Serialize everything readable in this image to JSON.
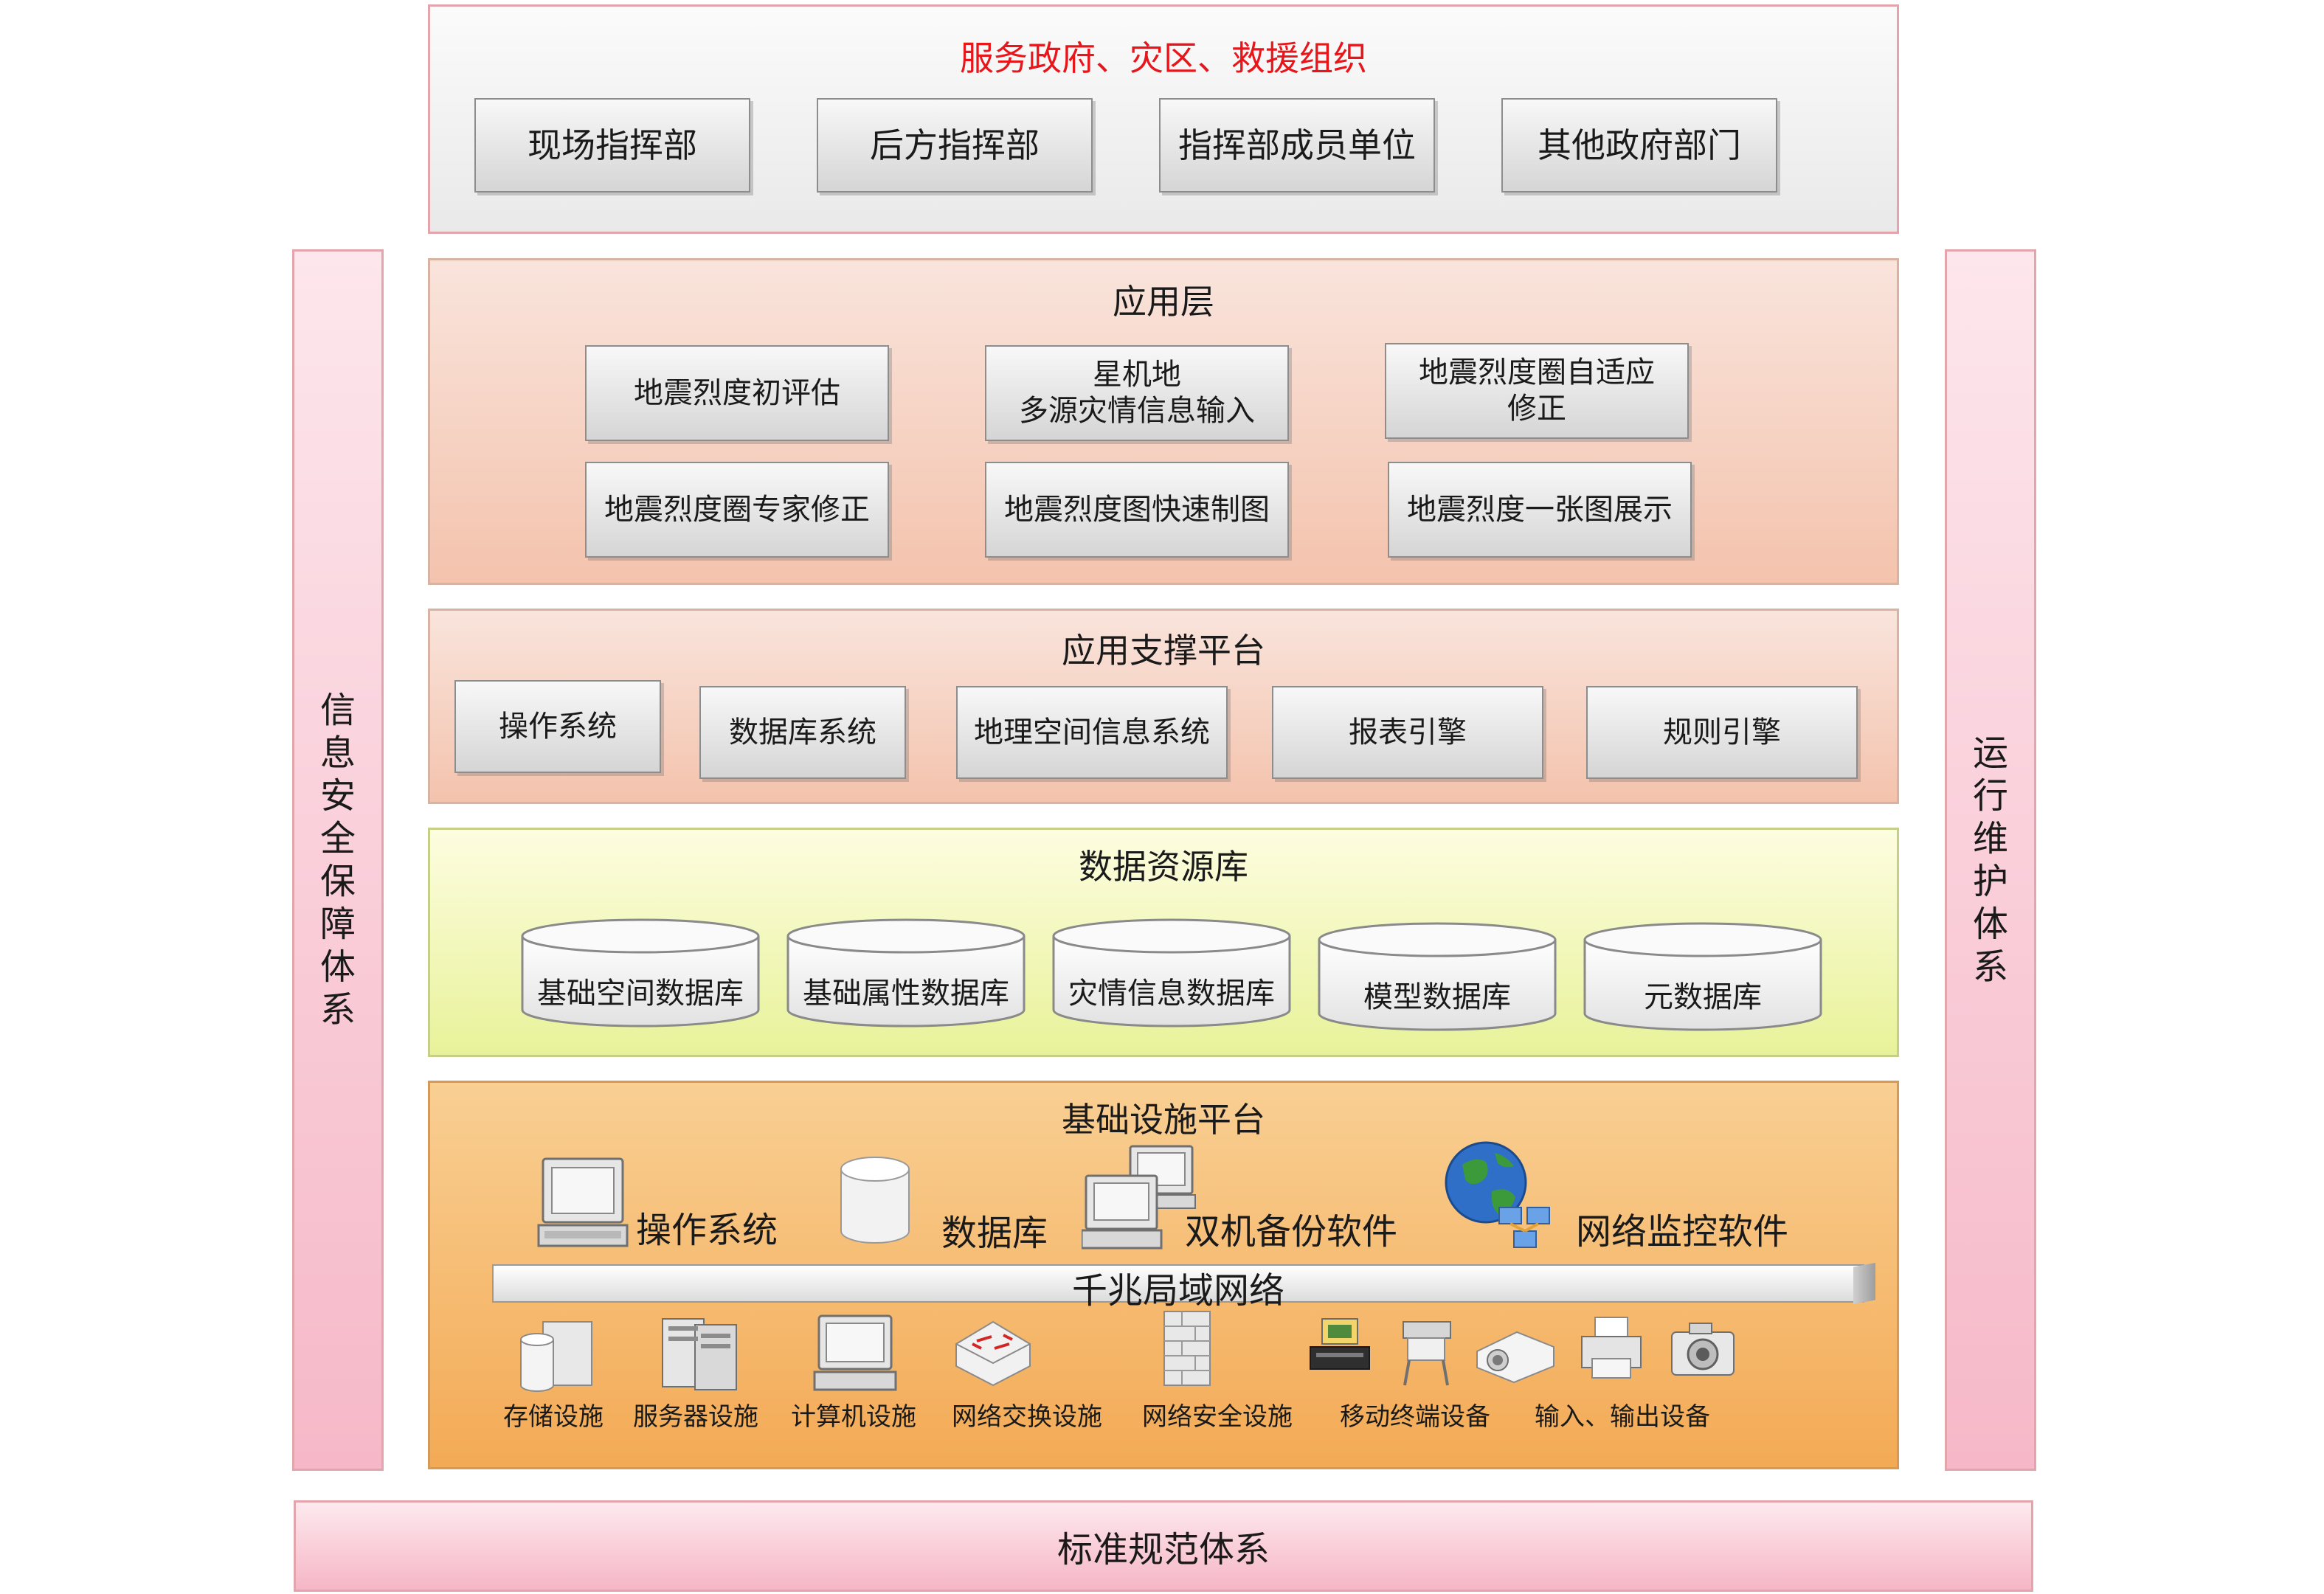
{
  "service": {
    "title": "服务政府、灾区、救援组织",
    "units": [
      "现场指挥部",
      "后方指挥部",
      "指挥部成员单位",
      "其他政府部门"
    ]
  },
  "pillars": {
    "left": "信息安全保障体系",
    "right": "运行维护体系"
  },
  "application_layer": {
    "title": "应用层",
    "modules": [
      "地震烈度初评估",
      "星机地\n多源灾情信息输入",
      "地震烈度圈自适应\n修正",
      "地震烈度圈专家修正",
      "地震烈度图快速制图",
      "地震烈度一张图展示"
    ]
  },
  "support_platform": {
    "title": "应用支撑平台",
    "systems": [
      "操作系统",
      "数据库系统",
      "地理空间信息系统",
      "报表引擎",
      "规则引擎"
    ]
  },
  "data_resources": {
    "title": "数据资源库",
    "databases": [
      "基础空间数据库",
      "基础属性数据库",
      "灾情信息数据库",
      "模型数据库",
      "元数据库"
    ]
  },
  "infrastructure": {
    "title": "基础设施平台",
    "software": [
      "操作系统",
      "数据库",
      "双机备份软件",
      "网络监控软件"
    ],
    "network": "千兆局域网络",
    "devices": [
      "存储设施",
      "服务器设施",
      "计算机设施",
      "网络交换设施",
      "网络安全设施",
      "移动终端设备",
      "输入、输出设备"
    ],
    "icons": [
      "computer-icon",
      "database-icon",
      "dual-server-icon",
      "globe-network-icon",
      "storage-icon",
      "server-rack-icon",
      "computer-icon",
      "switch-icon",
      "firewall-icon",
      "mobile-terminal-icon",
      "projector-icon",
      "printer-icon",
      "camera-icon"
    ]
  },
  "standards": {
    "label": "标准规范体系"
  }
}
